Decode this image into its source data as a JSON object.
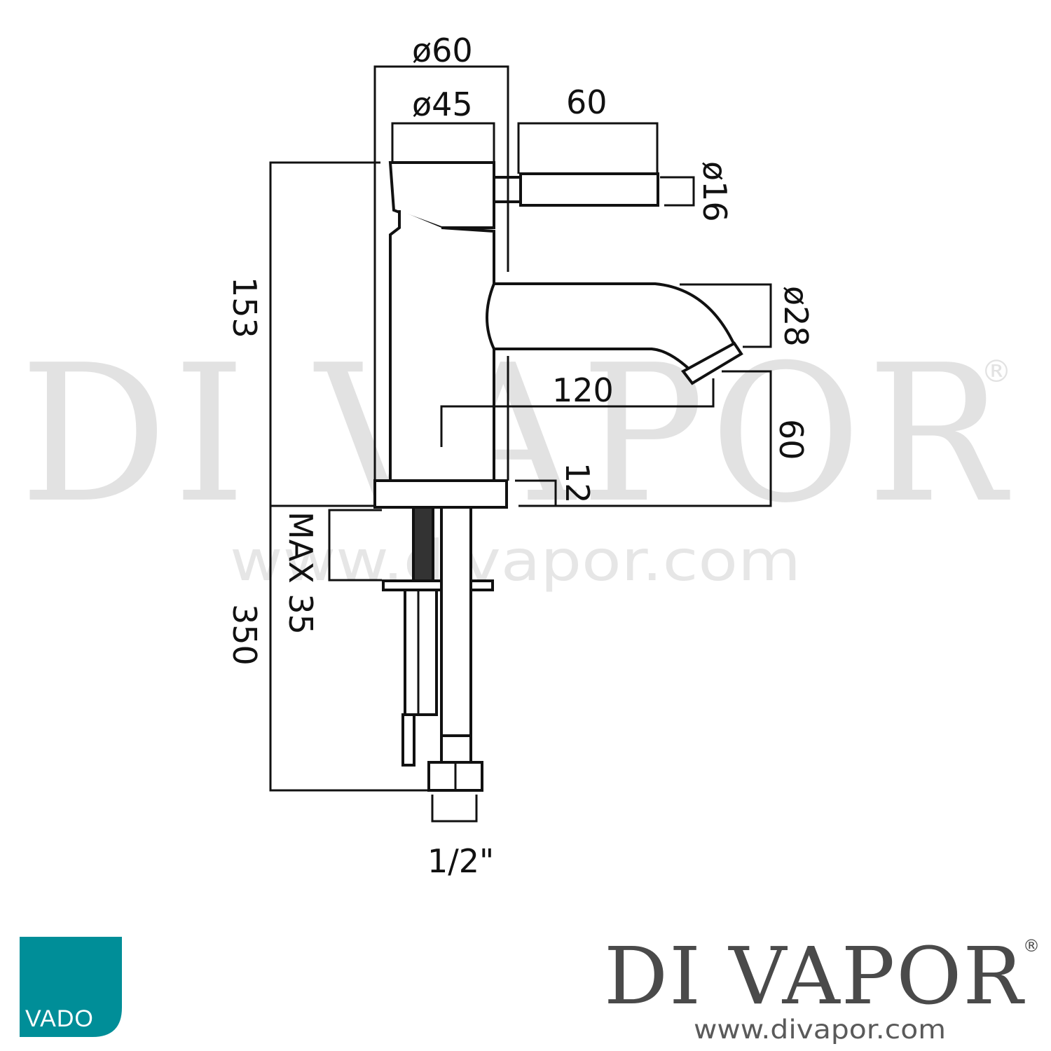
{
  "watermark": {
    "brand": "DI VAPOR",
    "registered": "®",
    "url": "www.divapor.com"
  },
  "dimensions": {
    "body_diameter": "ø60",
    "top_diameter": "ø45",
    "lever_length": "60",
    "lever_diameter": "ø16",
    "spout_diameter": "ø28",
    "spout_reach": "120",
    "spout_height": "60",
    "base_height": "12",
    "overall_height": "153",
    "max_deck_thickness": "MAX 35",
    "hose_length": "350",
    "connection_size": "1/2\""
  },
  "logos": {
    "vado": {
      "label": "VADO",
      "color": "#008e98"
    },
    "divapor": {
      "brand": "DI VAPOR",
      "registered": "®",
      "url": "www.divapor.com"
    }
  }
}
